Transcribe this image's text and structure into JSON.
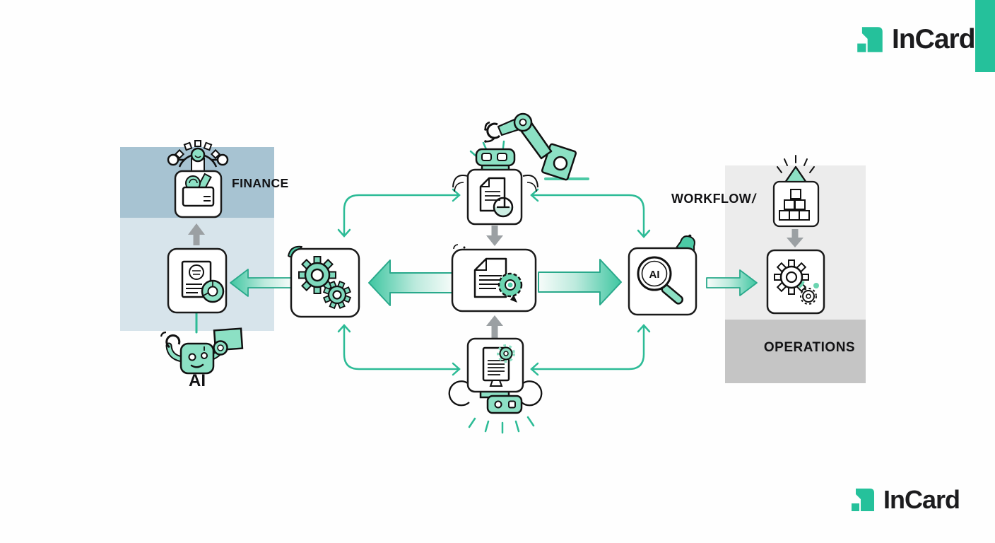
{
  "brand": {
    "logo_text": "InCard"
  },
  "labels": {
    "finance": "FINANCE",
    "ai_robot": "AI",
    "ai_magnifier": "AI",
    "workflow": "WORKFLOW",
    "workflow_suffix": "/",
    "operations": "OPERATIONS"
  },
  "nodes": [
    {
      "id": "finance-wallet",
      "icon": "wallet-coins-icon",
      "panel": "finance"
    },
    {
      "id": "finance-invoice",
      "icon": "invoice-donut-chart-icon",
      "panel": "finance"
    },
    {
      "id": "automation-gears",
      "icon": "double-gears-icon",
      "panel": "center"
    },
    {
      "id": "document-approval",
      "icon": "document-minus-circle-icon",
      "panel": "center"
    },
    {
      "id": "document-certified",
      "icon": "document-seal-icon",
      "panel": "center"
    },
    {
      "id": "document-terminal",
      "icon": "document-monitor-gear-icon",
      "panel": "center"
    },
    {
      "id": "ai-analysis",
      "icon": "ai-magnifier-icon",
      "panel": "center"
    },
    {
      "id": "workflow-blocks",
      "icon": "stacked-blocks-icon",
      "panel": "workflow"
    },
    {
      "id": "operations-gears",
      "icon": "outline-gears-icon",
      "panel": "workflow"
    }
  ],
  "decorations": [
    "gear-arch-icon",
    "robot-assistant-icon",
    "robotic-arm-icon",
    "robot-head-icon",
    "robot-chin-icon",
    "sparkle-triangle-icon",
    "bell-icon",
    "bird-icon",
    "corner-dots-icon"
  ],
  "colors": {
    "accent": "#25C19B",
    "teal": "#2CBB96",
    "teal_fill": "#8CE0C4",
    "teal_deep": "#3FC6A1",
    "panel_blue_dark": "#A7C3D2",
    "panel_blue_light": "#D7E4EB",
    "panel_gray": "#ECECEC",
    "panel_gray_dark": "#C5C5C5",
    "arrow_gray": "#9BA0A3",
    "ink": "#1B1B1D"
  }
}
